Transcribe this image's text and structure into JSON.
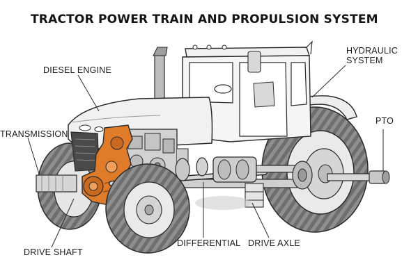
{
  "title": "TRACTOR POWER TRAIN AND PROPULSION SYSTEM",
  "labels": {
    "diesel_engine": "DIESEL ENGINE",
    "transmission": "TRANSMISSION",
    "hydraulic_line1": "HYDRAULIC",
    "hydraulic_line2": "SYSTEM",
    "pto": "PTO",
    "drive_shaft": "DRIVE SHAFT",
    "differential": "DIFFERENTIAL",
    "drive_axle": "DRIVE AXLE"
  },
  "colors": {
    "line": "#2a2a2a",
    "body": "#f1f1f1",
    "tire": "#8f8f8f",
    "tire_dark": "#6e6e6e",
    "transmission_highlight": "#e07b2a",
    "metal": "#cfcfcf"
  }
}
